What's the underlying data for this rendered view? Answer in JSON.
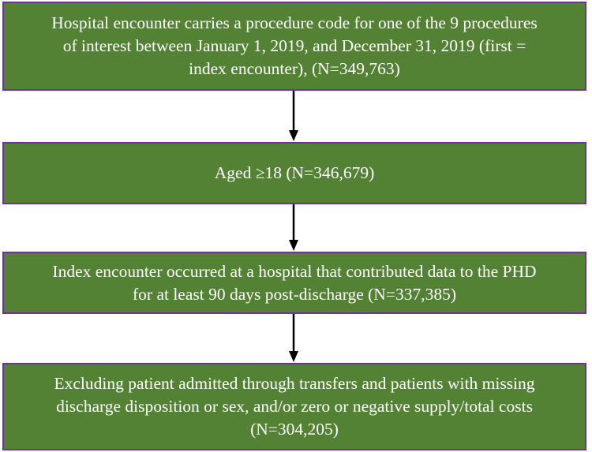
{
  "flowchart": {
    "steps": [
      {
        "lines": [
          "Hospital encounter carries a procedure code for one of the 9 procedures",
          "of interest between January 1, 2019, and December 31, 2019 (first =",
          "index encounter), (N=349,763)"
        ]
      },
      {
        "lines": [
          "Aged ≥18 (N=346,679)"
        ]
      },
      {
        "lines": [
          "Index encounter occurred at a hospital that contributed data to the PHD",
          "for at least 90 days post-discharge (N=337,385)"
        ]
      },
      {
        "lines": [
          "Excluding patient admitted through transfers and patients with missing",
          "discharge disposition or sex, and/or zero or negative supply/total costs",
          "(N=304,205)"
        ]
      }
    ]
  },
  "colors": {
    "box_fill": "#548235",
    "box_border": "#7030a0",
    "box_text": "#ffffff",
    "arrow": "#000000"
  }
}
